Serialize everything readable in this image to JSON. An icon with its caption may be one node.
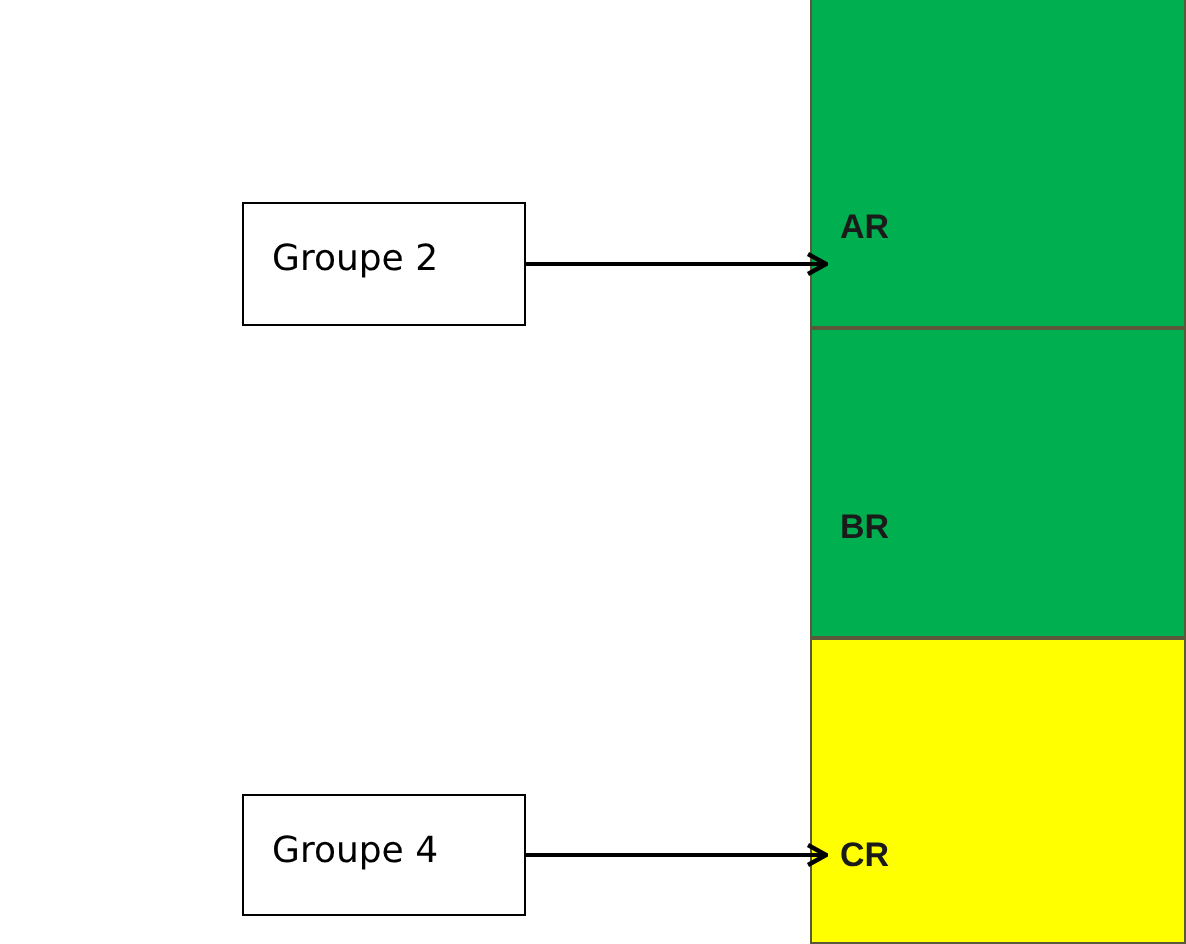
{
  "diagram": {
    "nodes": [
      {
        "text": [
          "Groupe 2"
        ]
      },
      {
        "text": [
          "AR"
        ]
      },
      {
        "text": [
          "BR"
        ]
      },
      {
        "text": [
          "CR"
        ]
      },
      {
        "text": [
          "Groupe 4"
        ]
      }
    ],
    "edges": [
      {
        "from": 0,
        "to": 1,
        "arrow": "to"
      },
      {
        "from": 4,
        "to": 3,
        "arrow": "to"
      }
    ]
  }
}
